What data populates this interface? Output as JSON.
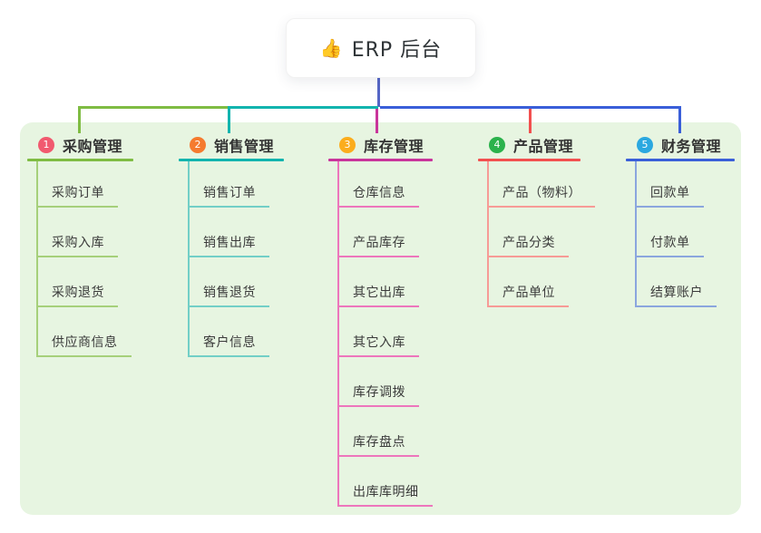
{
  "root": {
    "icon": "👍",
    "title": "ERP 后台"
  },
  "panel_color": "#E7F5E1",
  "connectors": {
    "stem_color": "#5566C6"
  },
  "branches": [
    {
      "badge": "1",
      "title": "采购管理",
      "color": "#7FBC43",
      "light_color": "#A6D07A",
      "badge_color": "#F15A6F",
      "children": [
        "采购订单",
        "采购入库",
        "采购退货",
        "供应商信息"
      ]
    },
    {
      "badge": "2",
      "title": "销售管理",
      "color": "#12B4AE",
      "light_color": "#72CFC7",
      "badge_color": "#F57B2F",
      "children": [
        "销售订单",
        "销售出库",
        "销售退货",
        "客户信息"
      ]
    },
    {
      "badge": "3",
      "title": "库存管理",
      "color": "#C9359B",
      "light_color": "#ED76BC",
      "badge_color": "#FBAD1D",
      "children": [
        "仓库信息",
        "产品库存",
        "其它出库",
        "其它入库",
        "库存调拨",
        "库存盘点",
        "出库库明细"
      ]
    },
    {
      "badge": "4",
      "title": "产品管理",
      "color": "#F2504F",
      "light_color": "#F79B96",
      "badge_color": "#2BB24C",
      "children": [
        "产品（物料）",
        "产品分类",
        "产品单位"
      ]
    },
    {
      "badge": "5",
      "title": "财务管理",
      "color": "#3A5FD9",
      "light_color": "#8BA6DE",
      "badge_color": "#2BA8E0",
      "children": [
        "回款单",
        "付款单",
        "结算账户"
      ]
    }
  ]
}
